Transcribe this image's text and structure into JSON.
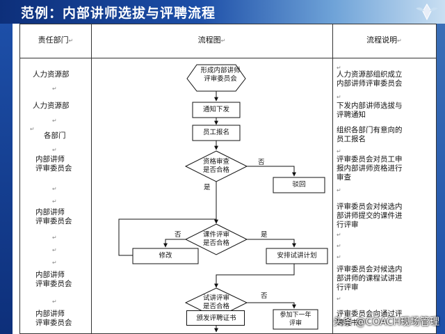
{
  "header": {
    "title": "范例：内部讲师选拔与评聘流程"
  },
  "columns": {
    "dept": "责任部门",
    "flow": "流程图",
    "desc": "流程说明"
  },
  "return_mark": "↵",
  "departments": [
    {
      "text": "人力资源部"
    },
    {
      "text": "人力资源部"
    },
    {
      "text": "各部门"
    },
    {
      "text": "内部讲师\n评审委员会"
    },
    {
      "text": "内部讲师\n评审委员会"
    },
    {
      "text": "内部讲师\n评审委员会"
    },
    {
      "text": "内部讲师\n评审委员会"
    }
  ],
  "descriptions": [
    {
      "text": "人力资源部组织成立\n内部讲师评审委员会"
    },
    {
      "text": "下发内部讲师选拔与\n评聘通知"
    },
    {
      "text": "组织各部门有意向的\n员工报名"
    },
    {
      "text": "评审委员会对员工申\n报内部讲师资格进行\n审查"
    },
    {
      "text": "评审委员会对候选内\n部讲师提交的课件进\n行评审"
    },
    {
      "text": "评审委员会对候选内\n部讲师的课程试讲进\n行评审"
    },
    {
      "text": "评审委员会向通过评\n聘证书"
    }
  ],
  "flow": {
    "start": "形成内部讲师\n评审委员会",
    "notify": "通知下发",
    "signup": "员工报名",
    "qual_check": "资格审查\n是否合格",
    "reject": "驳回",
    "courseware": "课件评审\n是否合格",
    "modify": "修改",
    "arrange": "安排试讲计划",
    "trial": "试讲评审\n是否合格",
    "next_year": "参加下一年\n评审",
    "issue": "颁发评聘证书",
    "yes": "是",
    "no": "否"
  },
  "watermark": "头条 @COACH现场管理"
}
